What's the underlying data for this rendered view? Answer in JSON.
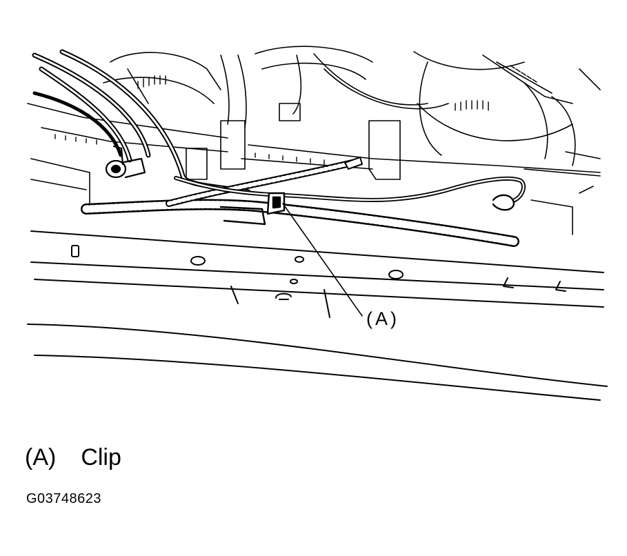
{
  "diagram": {
    "callout_label": "(A)"
  },
  "legend": {
    "key": "(A)",
    "description": "Clip"
  },
  "figure_id": "G03748623",
  "colors": {
    "ink": "#000000",
    "background": "#ffffff"
  }
}
